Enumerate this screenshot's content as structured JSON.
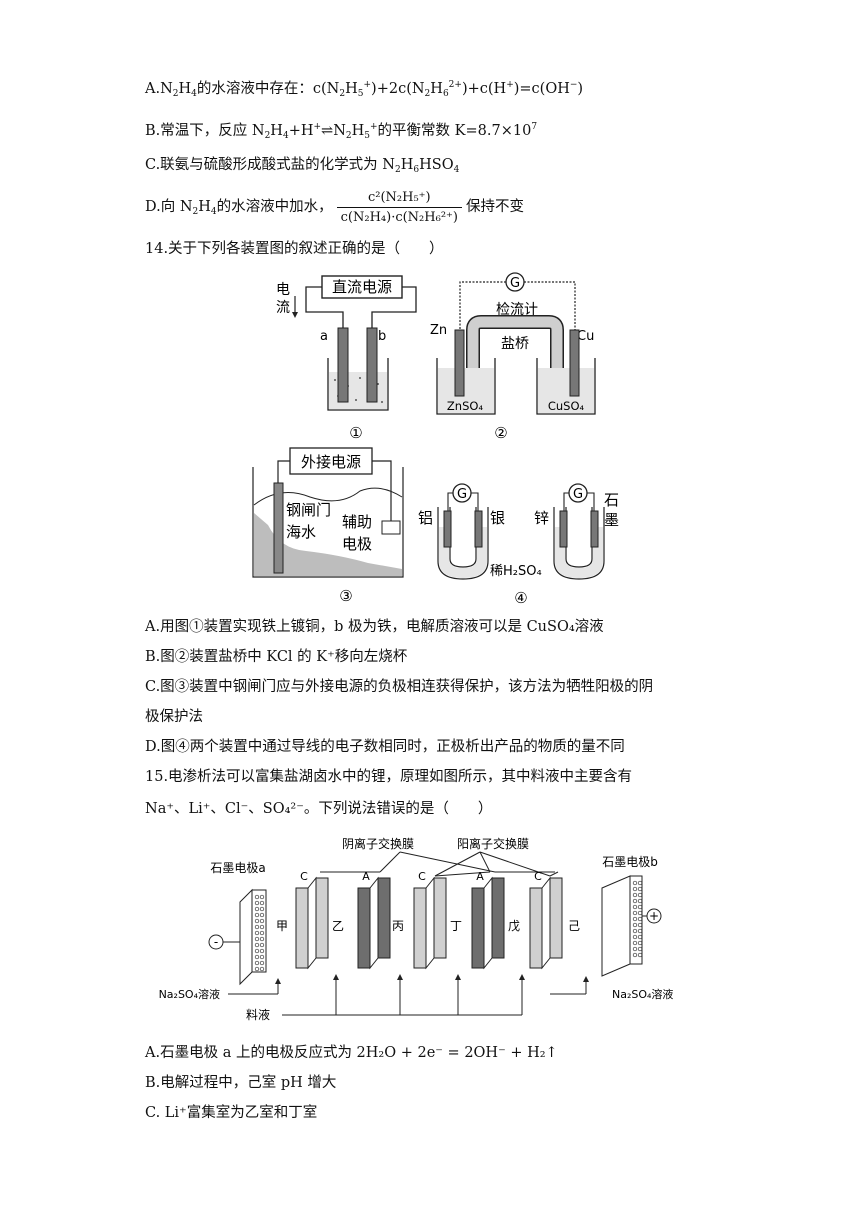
{
  "q13_options": {
    "A_pre": "A.N",
    "A_mid": "的水溶液中存在：c(N",
    "A_rest": "+c(H",
    "A_end": ")=c(OH",
    "A_close": ")",
    "B_pre": "B.常温下，反应 N",
    "B_mid": "+H",
    "B_arrow": "⇌",
    "B_rest": "的平衡常数 K=8.7×10",
    "B_exp": "7",
    "C_pre": "C.联氨与硫酸形成酸式盐的化学式为 N",
    "C_rest": "HSO",
    "D_pre": "D.向 N",
    "D_mid": "的水溶液中加水，",
    "D_num": "c²(N₂H₅⁺)",
    "D_den": "c(N₂H₄)·c(N₂H₆²⁺)",
    "D_end": "保持不变"
  },
  "q14": {
    "stem": "14.关于下列各装置图的叙述正确的是（　　）",
    "fig1": {
      "source": "直流电源",
      "current": "电",
      "current2": "流",
      "a": "a",
      "b": "b",
      "num": "①"
    },
    "fig2": {
      "meter": "G",
      "meter_label": "检流计",
      "bridge": "盐桥",
      "zn": "Zn",
      "cu": "Cu",
      "zn_sol": "ZnSO₄",
      "cu_sol": "CuSO₄",
      "num": "②"
    },
    "fig3": {
      "source": "外接电源",
      "gate1": "钢闸门",
      "gate2": "海水",
      "aux1": "辅助",
      "aux2": "电极",
      "num": "③"
    },
    "fig4": {
      "meter": "G",
      "al": "铝",
      "ag": "银",
      "zn": "锌",
      "c1": "石",
      "c2": "墨",
      "acid": "稀H₂SO₄",
      "num": "④"
    },
    "A": "A.用图①装置实现铁上镀铜，b 极为铁，电解质溶液可以是 CuSO₄溶液",
    "B": "B.图②装置盐桥中 KCl 的 K⁺移向左烧杯",
    "C1": "C.图③装置中钢闸门应与外接电源的负极相连获得保护，该方法为牺牲阳极的阴",
    "C2": "极保护法",
    "D": "D.图④两个装置中通过导线的电子数相同时，正极析出产品的物质的量不同"
  },
  "q15": {
    "stem1": "15.电渗析法可以富集盐湖卤水中的锂，原理如图所示，其中料液中主要含有",
    "stem2": "Na⁺、Li⁺、Cl⁻、SO₄²⁻。下列说法错误的是（　　）",
    "fig": {
      "anion_membrane": "阴离子交换膜",
      "cation_membrane": "阳离子交换膜",
      "electrode_a": "石墨电极a",
      "electrode_b": "石墨电极b",
      "minus": "-",
      "plus": "+",
      "membranes": [
        "C",
        "A",
        "C",
        "A",
        "C"
      ],
      "chambers": [
        "甲",
        "乙",
        "丙",
        "丁",
        "戊",
        "己"
      ],
      "na2so4_left": "Na₂SO₄溶液",
      "na2so4_right": "Na₂SO₄溶液",
      "feed": "料液"
    },
    "A": "A.石墨电极 a 上的电极反应式为 2H₂O + 2e⁻ = 2OH⁻ + H₂↑",
    "B": "B.电解过程中，己室 pH 增大",
    "C": "C. Li⁺富集室为乙室和丁室"
  }
}
